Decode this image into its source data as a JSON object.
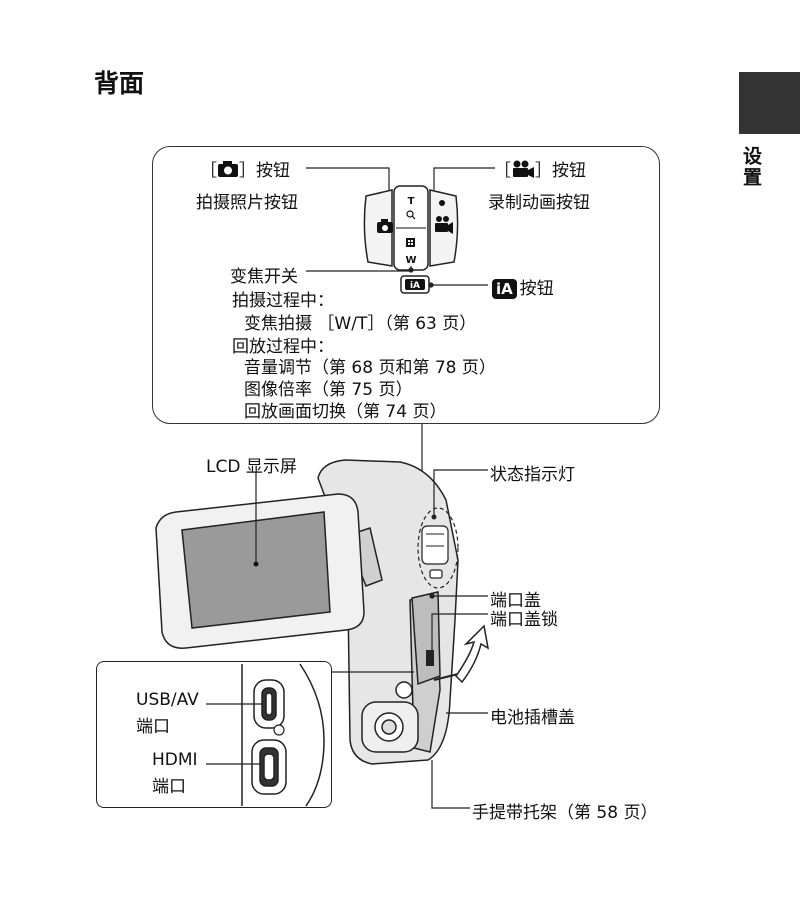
{
  "page": {
    "title": "背面",
    "side_tab": "设置"
  },
  "callout": {
    "photo_button": {
      "bracket_open": "［",
      "bracket_close": "］按钮",
      "icon": "camera-icon",
      "description": "拍摄照片按钮"
    },
    "movie_button": {
      "bracket_open": "［",
      "bracket_close": "］按钮",
      "icon": "movie-camera-icon",
      "description": "录制动画按钮"
    },
    "zoom_switch": {
      "label": "变焦开关",
      "shooting_heading": "拍摄过程中：",
      "shooting_item": "变焦拍摄 ［W/T］（第 63 页）",
      "playback_heading": "回放过程中：",
      "playback_items": [
        "音量调节（第 68 页和第 78 页）",
        "图像倍率（第 75 页）",
        "回放画面切换（第 74 页）"
      ]
    },
    "ia_button": {
      "icon_text": "iA",
      "label": "按钮"
    },
    "switch_marks": {
      "t": "T",
      "w": "W"
    }
  },
  "labels": {
    "lcd": "LCD 显示屏",
    "status_light": "状态指示灯",
    "port_cover": "端口盖",
    "port_cover_lock": "端口盖锁",
    "battery_cover": "电池插槽盖",
    "strap_holder": "手提带托架（第 58 页）"
  },
  "inset": {
    "usb_line1": "USB/AV",
    "usb_line2": "端口",
    "hdmi_line1": "HDMI",
    "hdmi_line2": "端口"
  },
  "colors": {
    "tab": "#333333",
    "line": "#222222",
    "body_gray": "#d9d9d9",
    "screen_gray": "#9a9a9a"
  }
}
